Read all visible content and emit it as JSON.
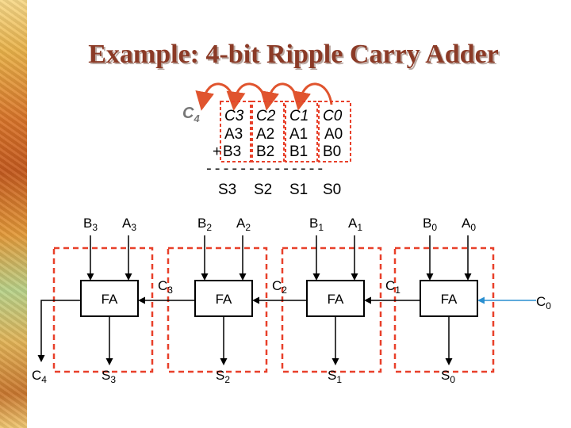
{
  "title": "Example: 4-bit Ripple Carry Adder",
  "equation": {
    "carry_out": "C",
    "carry_out_sub": "4",
    "carries": [
      "C3",
      "C2",
      "C1",
      "C0"
    ],
    "row_a": [
      "A3",
      "A2",
      "A1",
      "A0"
    ],
    "plus_sign": "+",
    "row_b": [
      "B3",
      "B2",
      "B1",
      "B0"
    ],
    "separator": "--------------",
    "sums": [
      "S3",
      "S2",
      "S1",
      "S0"
    ]
  },
  "circuit": {
    "adder_label": "FA",
    "stages": [
      {
        "b": "B",
        "b_sub": "3",
        "a": "A",
        "a_sub": "3",
        "s": "S",
        "s_sub": "3"
      },
      {
        "b": "B",
        "b_sub": "2",
        "a": "A",
        "a_sub": "2",
        "s": "S",
        "s_sub": "2"
      },
      {
        "b": "B",
        "b_sub": "1",
        "a": "A",
        "a_sub": "1",
        "s": "S",
        "s_sub": "1"
      },
      {
        "b": "B",
        "b_sub": "0",
        "a": "A",
        "a_sub": "0",
        "s": "S",
        "s_sub": "0"
      }
    ],
    "carries": [
      {
        "c": "C",
        "c_sub": "4"
      },
      {
        "c": "C",
        "c_sub": "3"
      },
      {
        "c": "C",
        "c_sub": "2"
      },
      {
        "c": "C",
        "c_sub": "1"
      },
      {
        "c": "C",
        "c_sub": "0"
      }
    ]
  },
  "colors": {
    "title": "#8b3a26",
    "dashed_box": "#e8402a",
    "carry_arrow": "#e0542e",
    "wire": "#000000",
    "input_wire_c0": "#2a8fd0"
  }
}
